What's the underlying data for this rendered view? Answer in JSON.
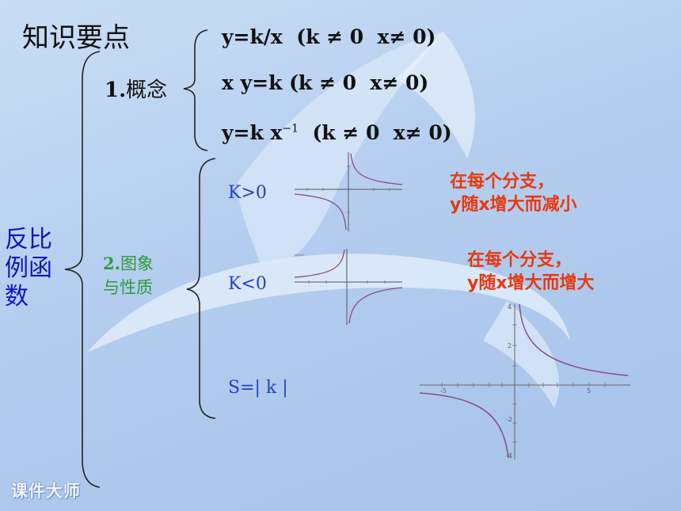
{
  "title": "知识要点",
  "topic": "反比例函数",
  "section1": {
    "num": "1.",
    "label": "概念"
  },
  "section2": {
    "line1_num": "2.",
    "line1_text": "图象",
    "line2": "与性质"
  },
  "formulas": [
    "y=k/x  (k ≠ 0  x≠ 0)",
    "x y=k (k ≠ 0  x≠ 0)"
  ],
  "formula3": {
    "base": "y=k x",
    "exp": "−1",
    "cond": "  (k ≠ 0  x≠ 0)"
  },
  "cases": {
    "k_pos": "K>0",
    "k_neg": "K<0",
    "area": "S=| k |"
  },
  "properties": {
    "k_pos": {
      "line1": "在每个分支，",
      "line2": "y随x增大而减小"
    },
    "k_neg": {
      "line1": "在每个分支，",
      "line2": "y随x增大而增大"
    }
  },
  "large_graph_ticks": {
    "x_neg": "-5",
    "x_pos": "5",
    "y_top": "4",
    "y_mid": "2",
    "y_low": "-2",
    "y_bottom": "-4"
  },
  "watermark": "课件大师",
  "colors": {
    "blue_text": "#1515b8",
    "green_text": "#2f9a3a",
    "red_text": "#e8390e",
    "case_text": "#2640c8"
  }
}
